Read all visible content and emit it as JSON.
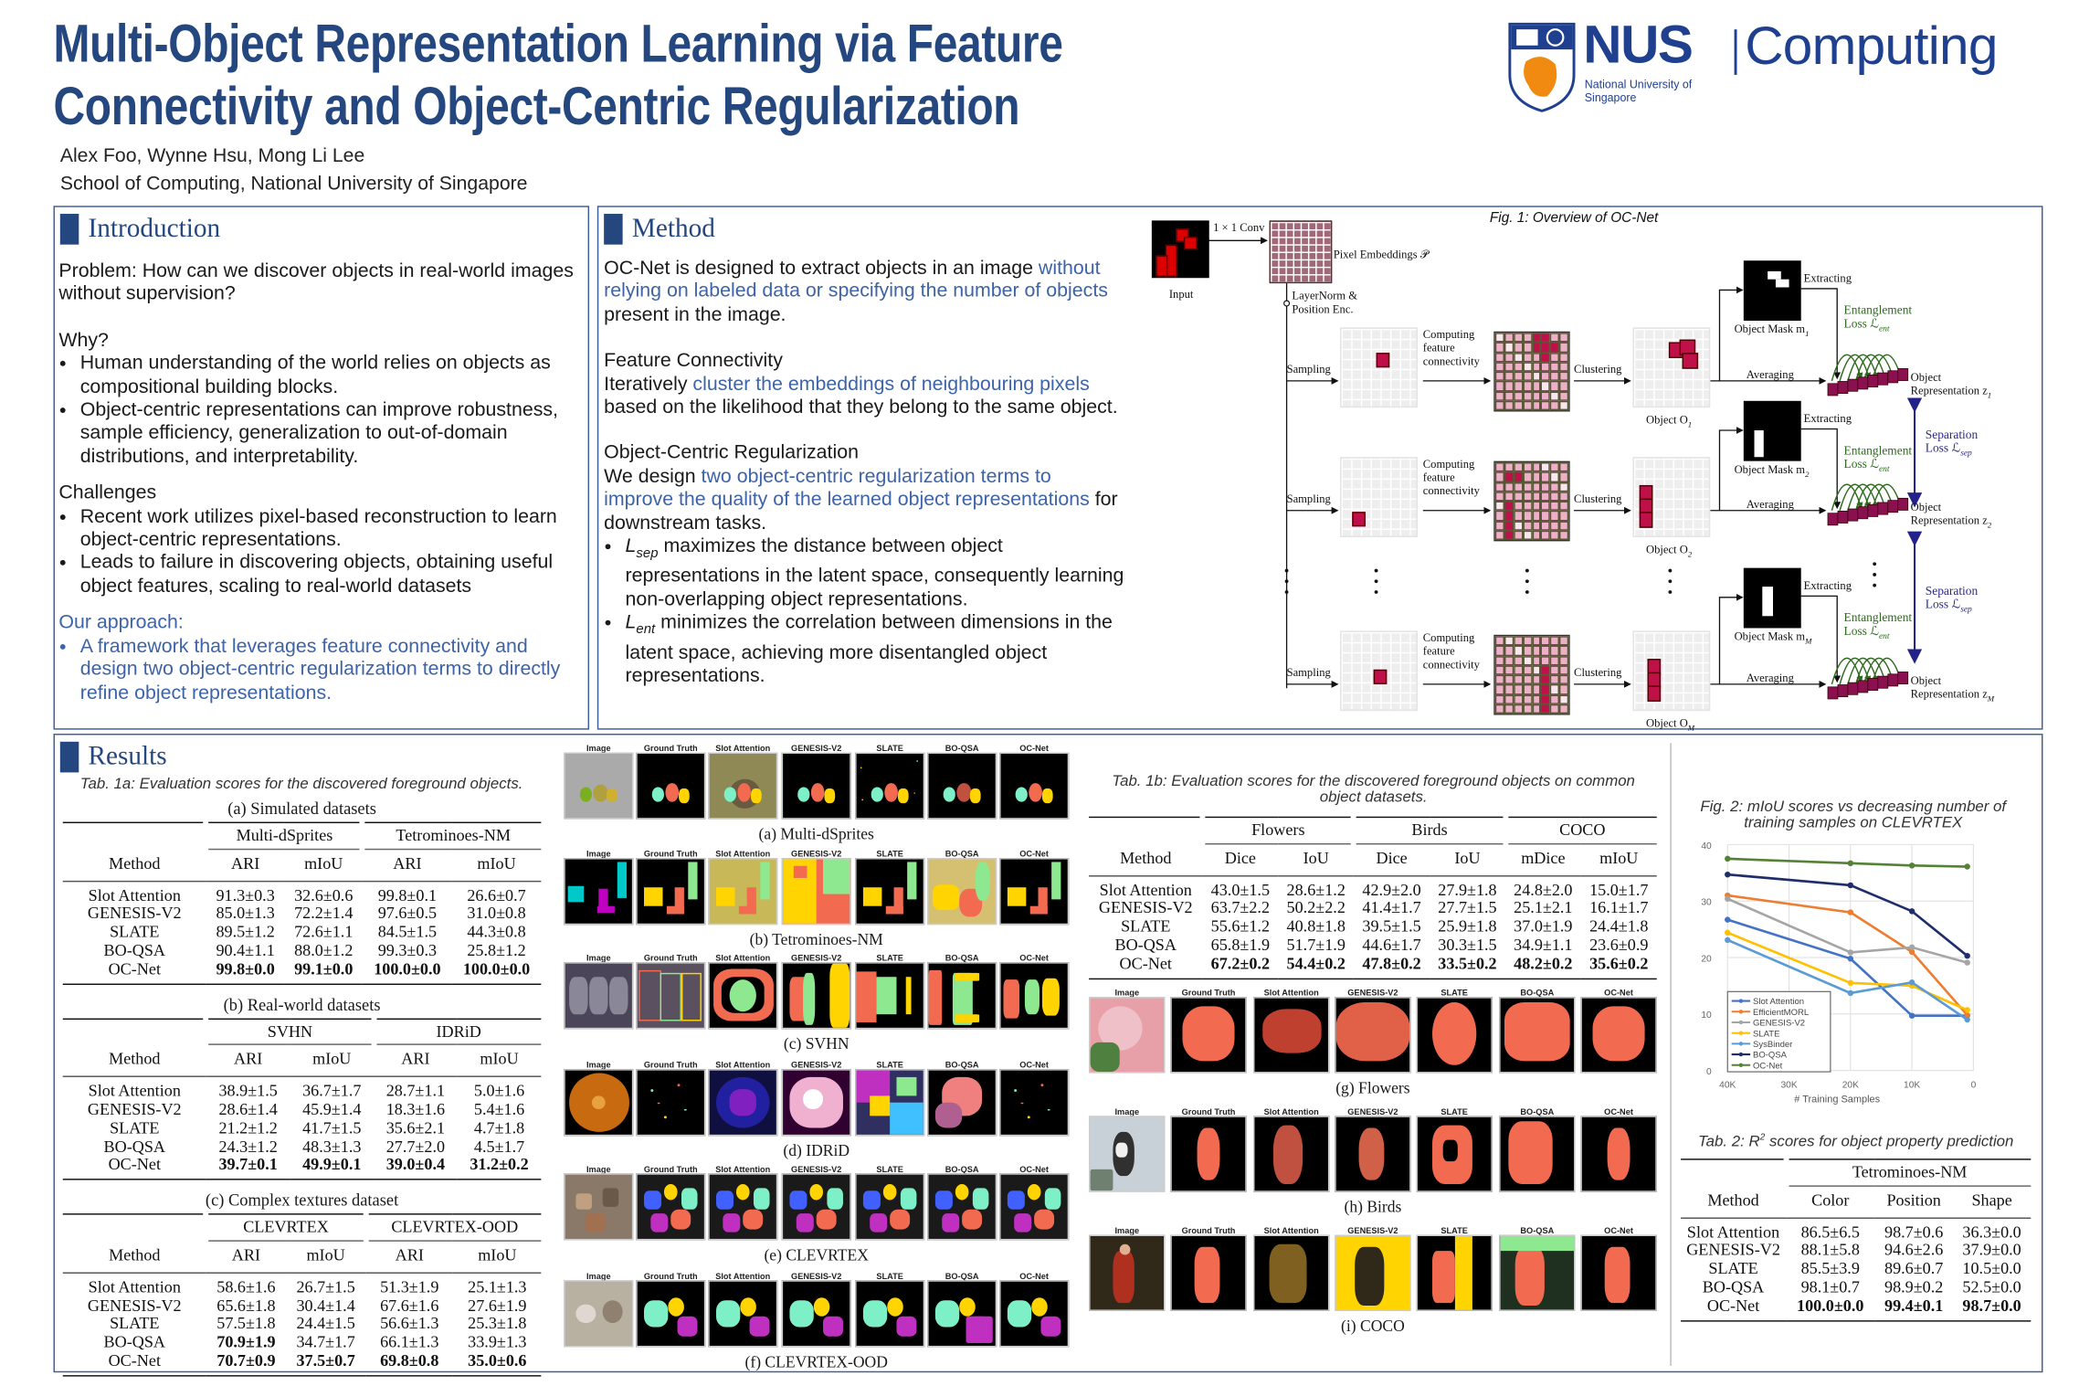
{
  "header": {
    "title_line1": "Multi-Object Representation Learning via Feature",
    "title_line2": "Connectivity and Object-Centric Regularization",
    "authors": "Alex Foo, Wynne Hsu, Mong Li Lee",
    "affiliation": "School of Computing, National University of Singapore",
    "logo": {
      "nus": "NUS",
      "nus_sub": "National University of Singapore",
      "computing": "Computing"
    }
  },
  "colors": {
    "brand": "#24477f",
    "accent_text": "#3d63a8",
    "border": "#3a5f9a"
  },
  "introduction": {
    "heading": "Introduction",
    "problem": "Problem: How can we discover objects in real-world images without supervision?",
    "why_title": "Why?",
    "why_items": [
      "Human understanding of the world relies on objects as compositional building blocks.",
      "Object-centric representations can improve robustness, sample efficiency, generalization to out-of-domain distributions, and interpretability."
    ],
    "challenges_title": "Challenges",
    "challenges_items": [
      "Recent work utilizes pixel-based reconstruction to learn object-centric representations.",
      "Leads to failure in discovering objects, obtaining useful object features, scaling to real-world datasets"
    ],
    "approach_title": "Our approach:",
    "approach_items": [
      "A framework that leverages feature connectivity and design two object-centric regularization terms to directly refine object representations."
    ]
  },
  "method": {
    "heading": "Method",
    "intro_a": "OC-Net is designed to extract objects in an image ",
    "intro_b": "without relying on labeled data or specifying the number of objects",
    "intro_c": " present in the image.",
    "fc_title": "Feature Connectivity",
    "fc_a": "Iteratively ",
    "fc_b": "cluster the embeddings of neighbouring pixels",
    "fc_c": " based on the likelihood that they belong to the same object.",
    "ocr_title": "Object-Centric Regularization",
    "ocr_a": "We design ",
    "ocr_b": "two object-centric regularization terms to improve the quality of the learned object representations",
    "ocr_c": " for downstream tasks.",
    "bullets": [
      {
        "sym": "L",
        "sub": "sep",
        "text": " maximizes the distance between object representations in the latent space, consequently learning non-overlapping object representations."
      },
      {
        "sym": "L",
        "sub": "ent",
        "text": " minimizes the correlation between dimensions in the latent space, achieving more disentangled object representations."
      }
    ],
    "figure": {
      "caption": "Fig. 1: Overview of OC-Net",
      "input_label": "Input",
      "conv_label": "1 × 1 Conv",
      "embeddings_label": "Pixel Embeddings 𝒫",
      "layernorm_label_1": "LayerNorm &",
      "layernorm_label_2": "Position Enc.",
      "separation_label": "Separation",
      "separation_loss": "Loss ℒ",
      "separation_sub": "sep",
      "rows": [
        {
          "index": "1",
          "sampling": "Sampling",
          "computing_1": "Computing",
          "computing_2": "feature",
          "computing_3": "connectivity",
          "clustering": "Clustering",
          "object": "Object O",
          "mask": "Object Mask m",
          "extracting": "Extracting",
          "averaging": "Averaging",
          "ent_1": "Entanglement",
          "ent_2": "Loss ℒ",
          "ent_sub": "ent",
          "rep_1": "Object",
          "rep_2": "Representation z"
        },
        {
          "index": "2",
          "sampling": "Sampling",
          "computing_1": "Computing",
          "computing_2": "feature",
          "computing_3": "connectivity",
          "clustering": "Clustering",
          "object": "Object O",
          "mask": "Object Mask m",
          "extracting": "Extracting",
          "averaging": "Averaging",
          "ent_1": "Entanglement",
          "ent_2": "Loss ℒ",
          "ent_sub": "ent",
          "rep_1": "Object",
          "rep_2": "Representation z"
        },
        {
          "index": "M",
          "sampling": "Sampling",
          "computing_1": "Computing",
          "computing_2": "feature",
          "computing_3": "connectivity",
          "clustering": "Clustering",
          "object": "Object O",
          "mask": "Object Mask m",
          "extracting": "Extracting",
          "averaging": "Averaging",
          "ent_1": "Entanglement",
          "ent_2": "Loss ℒ",
          "ent_sub": "ent",
          "rep_1": "Object",
          "rep_2": "Representation z"
        }
      ]
    }
  },
  "results": {
    "heading": "Results",
    "table1a_caption": "Tab. 1a: Evaluation scores for the discovered foreground objects.",
    "table1a": [
      {
        "caption": "(a) Simulated datasets",
        "method_label": "Method",
        "groups": [
          "Multi-dSprites",
          "Tetrominoes-NM"
        ],
        "columns": [
          "ARI",
          "mIoU",
          "ARI",
          "mIoU"
        ],
        "rows": [
          {
            "method": "Slot Attention",
            "values": [
              "91.3±0.3",
              "32.6±0.6",
              "99.8±0.1",
              "26.6±0.7"
            ],
            "bold": [
              false,
              false,
              false,
              false
            ]
          },
          {
            "method": "GENESIS-V2",
            "values": [
              "85.0±1.3",
              "72.2±1.4",
              "97.6±0.5",
              "31.0±0.8"
            ],
            "bold": [
              false,
              false,
              false,
              false
            ]
          },
          {
            "method": "SLATE",
            "values": [
              "89.5±1.2",
              "72.6±1.1",
              "84.5±1.5",
              "44.3±0.8"
            ],
            "bold": [
              false,
              false,
              false,
              false
            ]
          },
          {
            "method": "BO-QSA",
            "values": [
              "90.4±1.1",
              "88.0±1.2",
              "99.3±0.3",
              "25.8±1.2"
            ],
            "bold": [
              false,
              false,
              false,
              false
            ]
          },
          {
            "method": "OC-Net",
            "values": [
              "99.8±0.0",
              "99.1±0.0",
              "100.0±0.0",
              "100.0±0.0"
            ],
            "bold": [
              true,
              true,
              true,
              true
            ]
          }
        ]
      },
      {
        "caption": "(b) Real-world datasets",
        "method_label": "Method",
        "groups": [
          "SVHN",
          "IDRiD"
        ],
        "columns": [
          "ARI",
          "mIoU",
          "ARI",
          "mIoU"
        ],
        "rows": [
          {
            "method": "Slot Attention",
            "values": [
              "38.9±1.5",
              "36.7±1.7",
              "28.7±1.1",
              "5.0±1.6"
            ],
            "bold": [
              false,
              false,
              false,
              false
            ]
          },
          {
            "method": "GENESIS-V2",
            "values": [
              "28.6±1.4",
              "45.9±1.4",
              "18.3±1.6",
              "5.4±1.6"
            ],
            "bold": [
              false,
              false,
              false,
              false
            ]
          },
          {
            "method": "SLATE",
            "values": [
              "21.2±1.2",
              "41.7±1.5",
              "35.6±2.1",
              "4.7±1.8"
            ],
            "bold": [
              false,
              false,
              false,
              false
            ]
          },
          {
            "method": "BO-QSA",
            "values": [
              "24.3±1.2",
              "48.3±1.3",
              "27.7±2.0",
              "4.5±1.7"
            ],
            "bold": [
              false,
              false,
              false,
              false
            ]
          },
          {
            "method": "OC-Net",
            "values": [
              "39.7±0.1",
              "49.9±0.1",
              "39.0±0.4",
              "31.2±0.2"
            ],
            "bold": [
              true,
              true,
              true,
              true
            ]
          }
        ]
      },
      {
        "caption": "(c) Complex textures dataset",
        "method_label": "Method",
        "groups": [
          "CLEVRTEX",
          "CLEVRTEX-OOD"
        ],
        "columns": [
          "ARI",
          "mIoU",
          "ARI",
          "mIoU"
        ],
        "rows": [
          {
            "method": "Slot Attention",
            "values": [
              "58.6±1.6",
              "26.7±1.5",
              "51.3±1.9",
              "25.1±1.3"
            ],
            "bold": [
              false,
              false,
              false,
              false
            ]
          },
          {
            "method": "GENESIS-V2",
            "values": [
              "65.6±1.8",
              "30.4±1.4",
              "67.6±1.6",
              "27.6±1.9"
            ],
            "bold": [
              false,
              false,
              false,
              false
            ]
          },
          {
            "method": "SLATE",
            "values": [
              "57.5±1.8",
              "24.4±1.5",
              "56.6±1.3",
              "25.3±1.8"
            ],
            "bold": [
              false,
              false,
              false,
              false
            ]
          },
          {
            "method": "BO-QSA",
            "values": [
              "70.9±1.9",
              "34.7±1.7",
              "66.1±1.3",
              "33.9±1.3"
            ],
            "bold": [
              true,
              false,
              false,
              false
            ]
          },
          {
            "method": "OC-Net",
            "values": [
              "70.7±0.9",
              "37.5±0.7",
              "69.8±0.8",
              "35.0±0.6"
            ],
            "bold": [
              true,
              true,
              true,
              true
            ]
          }
        ]
      }
    ],
    "samples": {
      "columns": [
        "Image",
        "Ground Truth",
        "Slot Attention",
        "GENESIS-V2",
        "SLATE",
        "BO-QSA",
        "OC-Net"
      ],
      "left_rows": [
        "(a) Multi-dSprites",
        "(b) Tetrominoes-NM",
        "(c) SVHN",
        "(d) IDRiD",
        "(e) CLEVRTEX",
        "(f) CLEVRTEX-OOD"
      ],
      "right_rows": [
        "(g) Flowers",
        "(h) Birds",
        "(i) COCO"
      ]
    },
    "table1b_caption": "Tab. 1b: Evaluation scores for the discovered foreground objects on common object datasets.",
    "table1b": {
      "method_label": "Method",
      "groups": [
        "Flowers",
        "Birds",
        "COCO"
      ],
      "columns": [
        "Dice",
        "IoU",
        "Dice",
        "IoU",
        "mDice",
        "mIoU"
      ],
      "rows": [
        {
          "method": "Slot Attention",
          "values": [
            "43.0±1.5",
            "28.6±1.2",
            "42.9±2.0",
            "27.9±1.8",
            "24.8±2.0",
            "15.0±1.7"
          ],
          "bold": [
            false,
            false,
            false,
            false,
            false,
            false
          ]
        },
        {
          "method": "GENESIS-V2",
          "values": [
            "63.7±2.2",
            "50.2±2.2",
            "41.4±1.7",
            "27.7±1.5",
            "25.1±2.1",
            "16.1±1.7"
          ],
          "bold": [
            false,
            false,
            false,
            false,
            false,
            false
          ]
        },
        {
          "method": "SLATE",
          "values": [
            "55.6±1.2",
            "40.8±1.8",
            "39.5±1.5",
            "25.9±1.8",
            "37.0±1.9",
            "24.4±1.8"
          ],
          "bold": [
            false,
            false,
            false,
            false,
            false,
            false
          ]
        },
        {
          "method": "BO-QSA",
          "values": [
            "65.8±1.9",
            "51.7±1.9",
            "44.6±1.7",
            "30.3±1.5",
            "34.9±1.1",
            "23.6±0.9"
          ],
          "bold": [
            false,
            false,
            false,
            false,
            false,
            false
          ]
        },
        {
          "method": "OC-Net",
          "values": [
            "67.2±0.2",
            "54.4±0.2",
            "47.8±0.2",
            "33.5±0.2",
            "48.2±0.2",
            "35.6±0.2"
          ],
          "bold": [
            true,
            true,
            true,
            true,
            true,
            true
          ]
        }
      ]
    },
    "table2_caption_a": "Tab. 2: R",
    "table2_caption_sup": "2",
    "table2_caption_b": " scores for object property prediction",
    "table2": {
      "method_label": "Method",
      "groups": [
        "Tetrominoes-NM"
      ],
      "columns": [
        "Color",
        "Position",
        "Shape"
      ],
      "rows": [
        {
          "method": "Slot Attention",
          "values": [
            "86.5±6.5",
            "98.7±0.6",
            "36.3±0.0"
          ],
          "bold": [
            false,
            false,
            false
          ]
        },
        {
          "method": "GENESIS-V2",
          "values": [
            "88.1±5.8",
            "94.6±2.6",
            "37.9±0.0"
          ],
          "bold": [
            false,
            false,
            false
          ]
        },
        {
          "method": "SLATE",
          "values": [
            "85.5±3.9",
            "89.6±0.7",
            "10.5±0.0"
          ],
          "bold": [
            false,
            false,
            false
          ]
        },
        {
          "method": "BO-QSA",
          "values": [
            "98.1±0.7",
            "98.9±0.2",
            "52.5±0.0"
          ],
          "bold": [
            false,
            false,
            false
          ]
        },
        {
          "method": "OC-Net",
          "values": [
            "100.0±0.0",
            "99.4±0.1",
            "98.7±0.0"
          ],
          "bold": [
            true,
            true,
            true
          ]
        }
      ]
    }
  },
  "chart_data": {
    "type": "line",
    "title": "Fig. 2: mIoU scores vs decreasing number of training samples on CLEVRTEX",
    "xlabel": "# Training Samples",
    "ylabel": "",
    "x": [
      40000,
      20000,
      10000,
      1000
    ],
    "xlim": [
      40000,
      0
    ],
    "ylim": [
      0,
      40
    ],
    "xticks": [
      40000,
      30000,
      20000,
      10000,
      0
    ],
    "xtick_labels": [
      "40K",
      "30K",
      "20K",
      "10K",
      "0"
    ],
    "yticks": [
      0,
      10,
      20,
      30,
      40
    ],
    "ytick_labels": [
      "0",
      "10",
      "20",
      "30",
      "40"
    ],
    "grid": true,
    "legend_position": "bottom-left",
    "series": [
      {
        "name": "Slot Attention",
        "color": "#4472c4",
        "values": [
          26.7,
          19.8,
          9.7,
          9.7
        ]
      },
      {
        "name": "EfficientMORL",
        "color": "#ed7d31",
        "values": [
          31.0,
          28.0,
          21.0,
          9.8
        ]
      },
      {
        "name": "GENESIS-V2",
        "color": "#a5a5a5",
        "values": [
          30.4,
          20.9,
          21.8,
          19.1
        ]
      },
      {
        "name": "SLATE",
        "color": "#ffc000",
        "values": [
          24.4,
          15.5,
          15.0,
          10.7
        ]
      },
      {
        "name": "SysBinder",
        "color": "#5b9bd5",
        "values": [
          23.1,
          13.7,
          15.6,
          9.0
        ]
      },
      {
        "name": "BO-QSA",
        "color": "#1f2d6b",
        "values": [
          34.7,
          32.8,
          28.2,
          20.3
        ]
      },
      {
        "name": "OC-Net",
        "color": "#548235",
        "values": [
          37.5,
          36.7,
          36.3,
          36.1
        ]
      }
    ]
  }
}
